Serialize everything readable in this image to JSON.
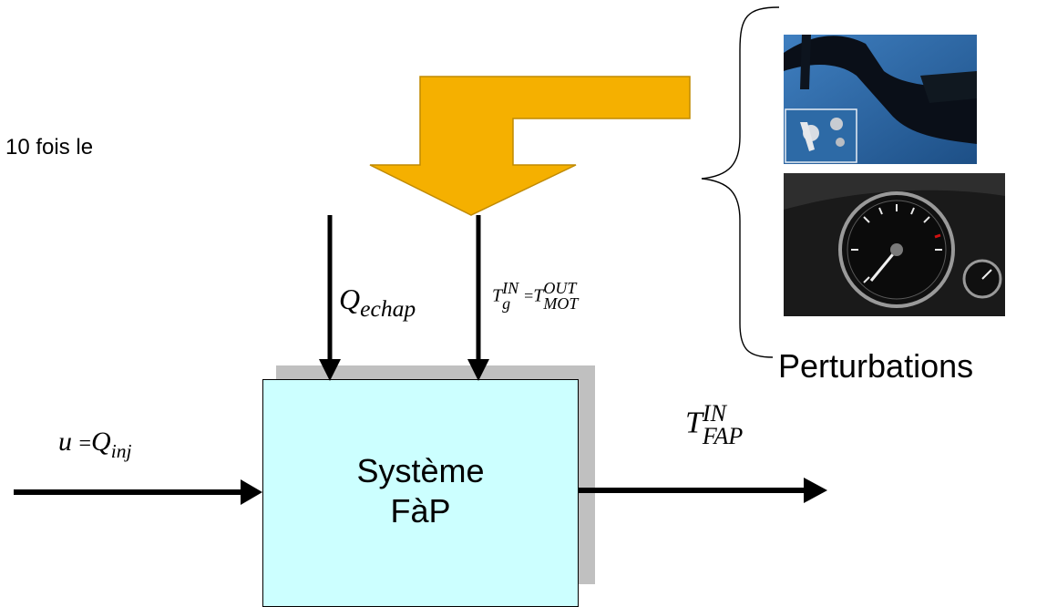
{
  "intro_text": "10 fois le",
  "system": {
    "line1": "Système",
    "line2": "FàP"
  },
  "perturbations_label": "Perturbations",
  "inputs": {
    "control": {
      "lhs": "u",
      "eq": "=",
      "var": "Q",
      "sub": "inj"
    },
    "exhaust_flow": {
      "var": "Q",
      "sub": "echap"
    },
    "temperature": {
      "lhs_var": "T",
      "lhs_sup": "IN",
      "lhs_sub": "g",
      "eq": "=",
      "rhs_var": "T",
      "rhs_sup": "OUT",
      "rhs_sub": "MOT"
    }
  },
  "output": {
    "var": "T",
    "sup": "IN",
    "sub": "FAP"
  },
  "colors": {
    "arrow_fill": "#f5b000",
    "arrow_stroke": "#c08a00",
    "system_fill": "#ccffff",
    "shadow": "#c0c0c0"
  },
  "images": [
    {
      "name": "foot-pedal-photo",
      "subject": "foot on accelerator pedal"
    },
    {
      "name": "tachometer-photo",
      "subject": "engine speed gauge"
    }
  ]
}
